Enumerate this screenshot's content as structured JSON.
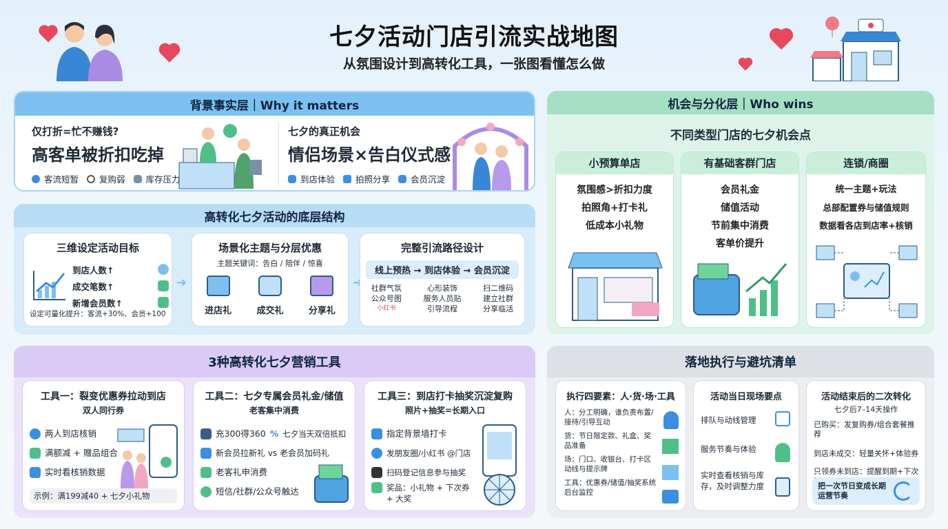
{
  "header": {
    "title": "七夕活动门店引流实战地图",
    "subtitle": "从氛围设计到高转化工具，一张图看懂怎么做"
  },
  "background": {
    "head": "背景事实层｜Why it matters",
    "left_q": "仅打折=忙不赚钱?",
    "left_big": "高客单被折扣吃掉",
    "left_tags": [
      "客流短暂",
      "复购弱",
      "库存压力"
    ],
    "right_q": "七夕的真正机会",
    "right_big": "情侣场景×告白仪式感",
    "right_tags": [
      "到店体验",
      "拍照分享",
      "会员沉淀"
    ]
  },
  "structure": {
    "head": "高转化七夕活动的底层结构",
    "c1_title": "三维设定活动目标",
    "c1_items": [
      "到店人数↑",
      "成交笔数↑",
      "新增会员数↑"
    ],
    "c1_foot": "设定可量化提升：客流+30%、会员+100",
    "c2_title": "场景化主题与分层优惠",
    "c2_sub": "主题关键词：告白 / 陪伴 / 惊喜",
    "c2_items": [
      "进店礼",
      "成交礼",
      "分享礼"
    ],
    "c3_title": "完整引流路径设计",
    "c3_path": "线上预热 → 到店体验 → 会员沉淀",
    "c3_cols": [
      [
        "社群气氛",
        "公众号图",
        "小红书"
      ],
      [
        "心形装饰",
        "服务人员贴",
        "引导流程"
      ],
      [
        "扫二维码",
        "建立社群",
        "分享临活"
      ]
    ]
  },
  "opportunity": {
    "head": "机会与分化层｜Who wins",
    "subhead": "不同类型门店的七夕机会点",
    "cols": [
      {
        "title": "小预算单店",
        "lines": [
          "氛围感>折扣力度",
          "拍照角+打卡礼",
          "低成本小礼物"
        ]
      },
      {
        "title": "有基础客群门店",
        "lines": [
          "会员礼金",
          "储值活动",
          "节前集中消费",
          "客单价提升"
        ]
      },
      {
        "title": "连锁/商圈",
        "lines": [
          "统一主题+玩法",
          "总部配置券与储值规则",
          "数据看各店到店率+核销"
        ]
      }
    ]
  },
  "tools": {
    "head": "3种高转化七夕营销工具",
    "t1_title": "工具一：裂变优惠券拉动到店",
    "t1_sub": "双人同行券",
    "t1_items": [
      "两人到店核销",
      "满额减 + 赠品组合",
      "实时看核销数据"
    ],
    "t1_example": "示例：满199减40 + 七夕小礼物",
    "t2_title": "工具二：七夕专属会员礼金/储值",
    "t2_sub": "老客集中消费",
    "t2_items": [
      "充300得360",
      "七夕当天双倍抵扣",
      "新会员拉新礼 vs 老会员加码礼",
      "老客礼申消费",
      "短信/社群/公众号触达"
    ],
    "t3_title": "工具三：到店打卡抽奖沉淀复购",
    "t3_sub": "照片+抽奖=长期入口",
    "t3_items": [
      "指定背景墙打卡",
      "发朋友圈/小红书 @门店",
      "扫码登记信息参与抽奖",
      "奖品：小礼物 + 下次券 + 大奖"
    ]
  },
  "checklist": {
    "head": "落地执行与避坑清单",
    "c1_title": "执行四要素：人·货·场·工具",
    "c1_items": [
      "人：分工明确，谁负责布置/接待/引导互动",
      "货：节日限定款、礼盒、奖品准备",
      "场：门口、收银台、打卡区动线与提示牌",
      "工具：优惠券/储值/抽奖系统后台监控"
    ],
    "c2_title": "活动当日现场要点",
    "c2_items": [
      "排队与动线管理",
      "服务节奏与体验",
      "实时查看核销与库存，及时调整力度"
    ],
    "c3_title": "活动结束后的二次转化",
    "c3_sub": "七夕后7–14天操作",
    "c3_items": [
      "已购买：发复购券/组合套餐推荐",
      "到店未成交：轻量关怀+体验券",
      "只领券未到店：提醒到期+下次活动预告"
    ],
    "c3_foot": "把一次节日变成长期运营节奏"
  }
}
